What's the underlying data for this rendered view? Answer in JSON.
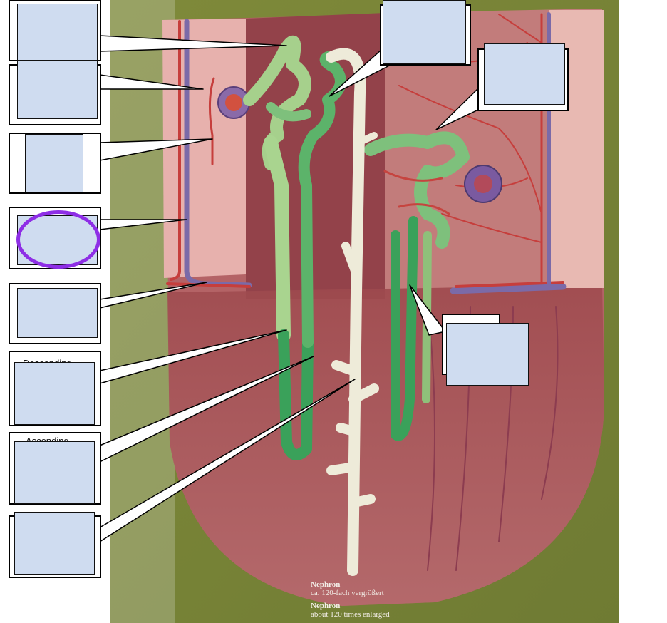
{
  "caption": {
    "line1_bold": "Nephron",
    "line1": "ca. 120-fach vergrößert",
    "line2_bold": "Nephron",
    "line2": "about 120 times enlarged"
  },
  "peeking_text": {
    "box6": "Descending",
    "box7": "Ascending"
  },
  "colors": {
    "label_fill": "#cfdcf0",
    "highlight_circle": "#8e2ee6",
    "board_green": "#7a8738",
    "tubule_green": "#6fbf6a",
    "collecting_duct": "#eeebd9"
  },
  "label_boxes": [
    {
      "id": 1,
      "text": ""
    },
    {
      "id": 2,
      "text": ""
    },
    {
      "id": 3,
      "text": ""
    },
    {
      "id": 4,
      "text": "",
      "highlighted": true
    },
    {
      "id": 5,
      "text": ""
    },
    {
      "id": 6,
      "text": ""
    },
    {
      "id": 7,
      "text": ""
    },
    {
      "id": 8,
      "text": ""
    },
    {
      "id": 9,
      "text": ""
    },
    {
      "id": 10,
      "text": ""
    },
    {
      "id": 11,
      "text": ""
    }
  ]
}
